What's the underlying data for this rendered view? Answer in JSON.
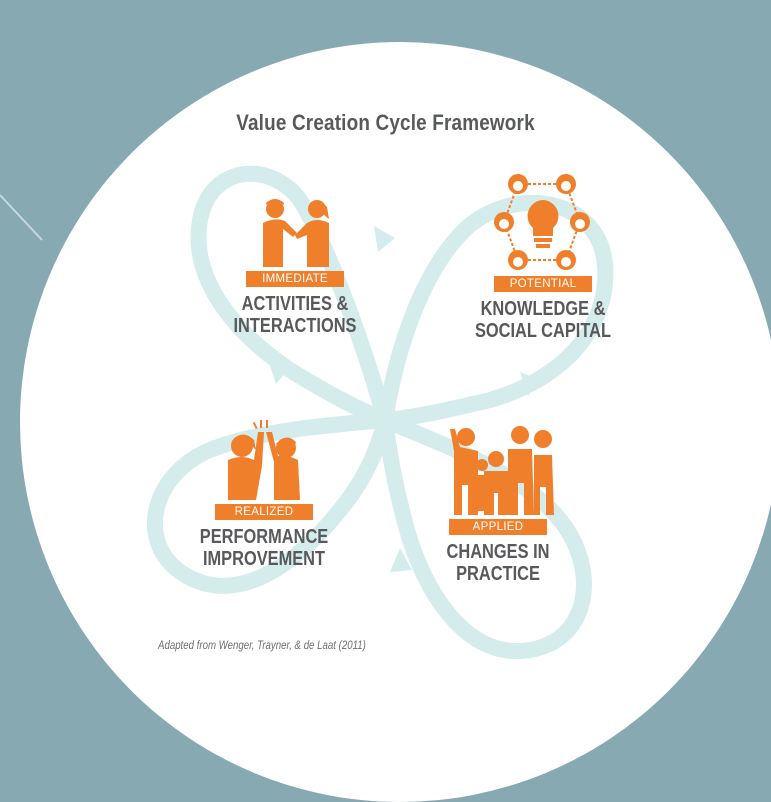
{
  "title": "Value Creation Cycle Framework",
  "nodes": [
    {
      "badge": "IMMEDIATE",
      "label": "ACTIVITIES &\nINTERACTIONS",
      "icon": "handshake-icon"
    },
    {
      "badge": "POTENTIAL",
      "label": "KNOWLEDGE &\nSOCIAL CAPITAL",
      "icon": "lightbulb-network-icon"
    },
    {
      "badge": "REALIZED",
      "label": "PERFORMANCE\nIMPROVEMENT",
      "icon": "high-five-icon"
    },
    {
      "badge": "APPLIED",
      "label": "CHANGES IN\nPRACTICE",
      "icon": "group-of-people-icon"
    }
  ],
  "citation": "Adapted from Wenger, Trayner, & de Laat (2011)",
  "colors": {
    "background": "#86a9b2",
    "accent": "#f07f2b",
    "loop": "#d5ecec",
    "text": "#58595b"
  }
}
